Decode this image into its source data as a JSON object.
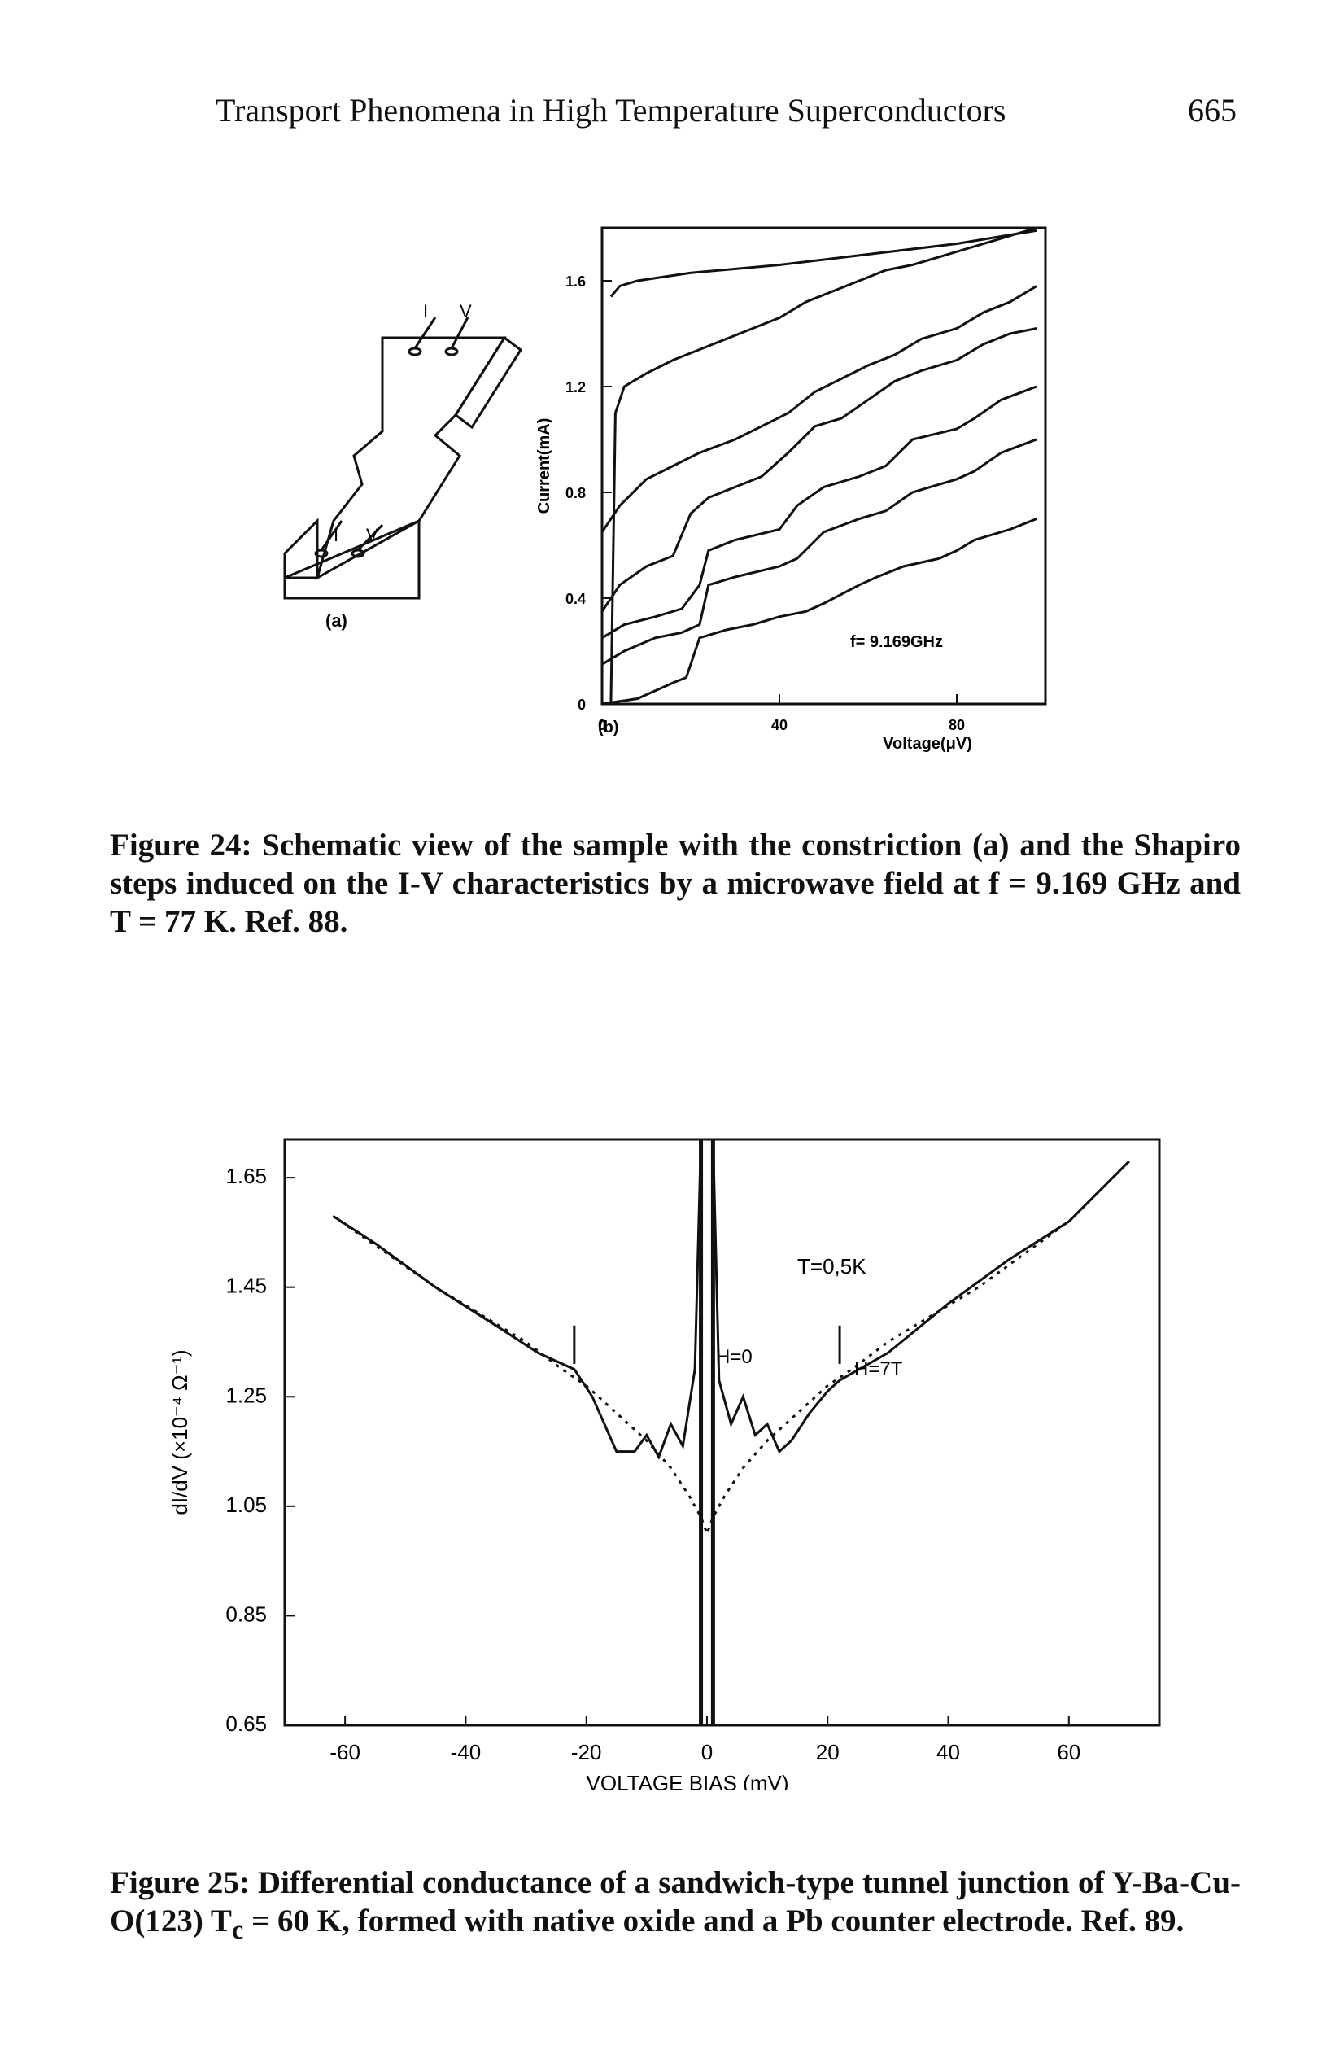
{
  "header": {
    "running_title": "Transport Phenomena in High Temperature Superconductors",
    "page_number": "665"
  },
  "figure24": {
    "panel_a_label": "(a)",
    "panel_a_leads": [
      "I",
      "V",
      "I",
      "V"
    ],
    "panel_b_label": "(b)",
    "annotation": "f= 9.169GHz",
    "caption_label": "Figure 24:",
    "caption_text": " Schematic view of the sample with the constriction (a) and the Shapiro steps induced on the I-V characteristics by a microwave field at f = 9.169 GHz and T = 77 K.  Ref. 88.",
    "chart_data": {
      "type": "line",
      "xlabel": "Voltage(μV)",
      "ylabel": "Current(mA)",
      "xlim": [
        0,
        100
      ],
      "ylim": [
        0,
        1.8
      ],
      "xticks": [
        0,
        40,
        80
      ],
      "xtick_labels": [
        "0",
        "40",
        "80"
      ],
      "yticks": [
        0,
        0.4,
        0.8,
        1.2,
        1.6
      ],
      "ytick_labels": [
        "0",
        "0.4",
        "0.8",
        "1.2",
        "1.6"
      ],
      "series": [
        {
          "x": [
            0,
            8,
            12,
            16,
            19,
            22,
            28,
            34,
            40,
            46,
            50,
            58,
            62,
            68,
            76,
            80,
            84,
            92,
            98
          ],
          "y": [
            0.0,
            0.02,
            0.05,
            0.08,
            0.1,
            0.25,
            0.28,
            0.3,
            0.33,
            0.35,
            0.38,
            0.45,
            0.48,
            0.52,
            0.55,
            0.58,
            0.62,
            0.66,
            0.7
          ]
        },
        {
          "x": [
            0,
            5,
            12,
            18,
            22,
            24,
            30,
            40,
            44,
            50,
            58,
            64,
            70,
            80,
            84,
            90,
            98
          ],
          "y": [
            0.15,
            0.2,
            0.25,
            0.27,
            0.3,
            0.45,
            0.48,
            0.52,
            0.55,
            0.65,
            0.7,
            0.73,
            0.8,
            0.85,
            0.88,
            0.95,
            1.0
          ]
        },
        {
          "x": [
            0,
            5,
            12,
            18,
            22,
            24,
            30,
            40,
            44,
            50,
            58,
            64,
            70,
            80,
            84,
            90,
            98
          ],
          "y": [
            0.25,
            0.3,
            0.33,
            0.36,
            0.45,
            0.58,
            0.62,
            0.66,
            0.75,
            0.82,
            0.86,
            0.9,
            1.0,
            1.04,
            1.08,
            1.15,
            1.2
          ]
        },
        {
          "x": [
            0,
            4,
            10,
            16,
            20,
            24,
            30,
            36,
            42,
            48,
            54,
            60,
            66,
            72,
            80,
            86,
            92,
            98
          ],
          "y": [
            0.35,
            0.45,
            0.52,
            0.56,
            0.72,
            0.78,
            0.82,
            0.86,
            0.95,
            1.05,
            1.08,
            1.15,
            1.22,
            1.26,
            1.3,
            1.36,
            1.4,
            1.42
          ]
        },
        {
          "x": [
            0,
            4,
            10,
            16,
            22,
            30,
            36,
            42,
            48,
            54,
            60,
            66,
            72,
            80,
            86,
            92,
            98
          ],
          "y": [
            0.65,
            0.75,
            0.85,
            0.9,
            0.95,
            1.0,
            1.05,
            1.1,
            1.18,
            1.23,
            1.28,
            1.32,
            1.38,
            1.42,
            1.48,
            1.52,
            1.58
          ]
        },
        {
          "x": [
            2,
            3,
            5,
            10,
            16,
            22,
            28,
            34,
            40,
            46,
            52,
            58,
            64,
            70,
            76,
            82,
            88,
            94,
            98
          ],
          "y": [
            0.0,
            1.1,
            1.2,
            1.25,
            1.3,
            1.34,
            1.38,
            1.42,
            1.46,
            1.52,
            1.56,
            1.6,
            1.64,
            1.66,
            1.69,
            1.72,
            1.75,
            1.78,
            1.8
          ]
        },
        {
          "x": [
            2,
            4,
            8,
            20,
            40,
            60,
            80,
            98
          ],
          "y": [
            1.54,
            1.58,
            1.6,
            1.63,
            1.66,
            1.7,
            1.74,
            1.79
          ]
        }
      ]
    }
  },
  "figure25": {
    "caption_label": "Figure 25:",
    "caption_text": " Differential conductance of a sandwich-type tunnel junction of Y-Ba-Cu-O(123) T",
    "caption_sub": "c",
    "caption_text2": " = 60 K, formed with native oxide and a Pb counter electrode.  Ref. 89.",
    "annotations": {
      "temperature": "T=0,5K",
      "field_zero": "H=0",
      "field_seven": "H=7T"
    },
    "chart_data": {
      "type": "line",
      "xlabel": "VOLTAGE BIAS (mV)",
      "ylabel": "dI/dV (×10⁻⁴ Ω⁻¹)",
      "xlim": [
        -70,
        75
      ],
      "ylim": [
        0.65,
        1.72
      ],
      "xticks": [
        -60,
        -40,
        -20,
        0,
        20,
        40,
        60
      ],
      "xtick_labels": [
        "-60",
        "-40",
        "-20",
        "0",
        "20",
        "40",
        "60"
      ],
      "yticks": [
        0.65,
        0.85,
        1.05,
        1.25,
        1.45,
        1.65
      ],
      "ytick_labels": [
        "0.65",
        "0.85",
        "1.05",
        "1.25",
        "1.45",
        "1.65"
      ],
      "series": [
        {
          "name": "H=0",
          "x": [
            -62,
            -55,
            -45,
            -35,
            -28,
            -24,
            -22,
            -19,
            -15,
            -12,
            -10,
            -8,
            -6,
            -4,
            -2,
            -1,
            1,
            2,
            4,
            6,
            8,
            10,
            12,
            14,
            17,
            20,
            22,
            30,
            40,
            50,
            60,
            70
          ],
          "y": [
            1.58,
            1.53,
            1.45,
            1.38,
            1.33,
            1.31,
            1.3,
            1.25,
            1.15,
            1.15,
            1.18,
            1.14,
            1.2,
            1.16,
            1.3,
            1.72,
            1.72,
            1.28,
            1.2,
            1.25,
            1.18,
            1.2,
            1.15,
            1.17,
            1.22,
            1.26,
            1.28,
            1.33,
            1.42,
            1.5,
            1.57,
            1.68
          ]
        },
        {
          "name": "H=7T",
          "x": [
            -62,
            -45,
            -30,
            -24,
            -20,
            -15,
            -10,
            -6,
            -3,
            -1,
            0,
            1,
            3,
            6,
            10,
            15,
            20,
            24,
            30,
            45,
            60,
            70
          ],
          "y": [
            1.58,
            1.45,
            1.35,
            1.3,
            1.27,
            1.22,
            1.17,
            1.12,
            1.07,
            1.03,
            1.0,
            1.03,
            1.07,
            1.12,
            1.17,
            1.22,
            1.27,
            1.3,
            1.35,
            1.45,
            1.57,
            1.68
          ]
        }
      ]
    }
  }
}
